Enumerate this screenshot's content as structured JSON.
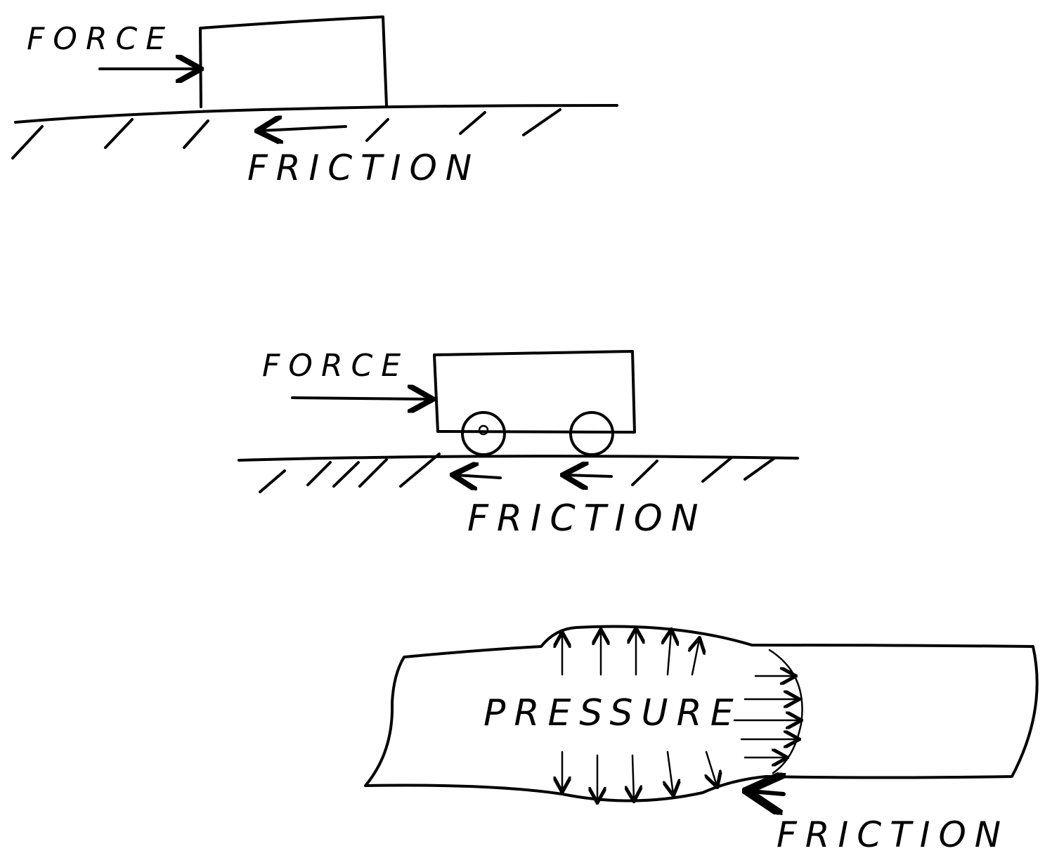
{
  "diagrams": [
    {
      "title_force": "FORCE",
      "title_friction": "FRICTION"
    },
    {
      "title_force": "FORCE",
      "title_friction": "FRICTION"
    },
    {
      "title_pressure": "PRESSURE",
      "title_friction": "FRICTION"
    }
  ]
}
